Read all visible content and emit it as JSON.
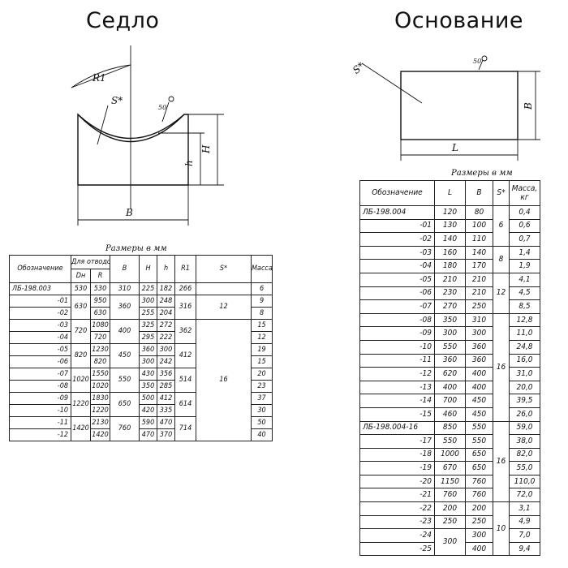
{
  "left": {
    "title": "Седло",
    "drawing_labels": {
      "r1": "R1",
      "s": "S*",
      "roughness": "50",
      "h": "h",
      "H": "H",
      "B": "B"
    },
    "table_caption": "Размеры в мм",
    "headers": {
      "designation": "Обозначение",
      "for_pipes": "Для отводов",
      "dn": "Dн",
      "r": "R",
      "b": "B",
      "H": "H",
      "h": "h",
      "r1": "R1",
      "s": "S*",
      "mass": "Масса, кг"
    },
    "rows": [
      {
        "des": "ЛБ-198.003",
        "dn": "530",
        "r": "530",
        "b": "310",
        "H": "225",
        "h": "182",
        "r1": "266",
        "s": "",
        "mass": "6"
      },
      {
        "des": "-01",
        "dn": "630",
        "r": "950",
        "b": "360",
        "H": "300",
        "h": "248",
        "r1": "316",
        "s": "12",
        "mass": "9"
      },
      {
        "des": "-02",
        "r": "630",
        "H": "255",
        "h": "204",
        "mass": "8"
      },
      {
        "des": "-03",
        "dn": "720",
        "r": "1080",
        "b": "400",
        "H": "325",
        "h": "272",
        "r1": "362",
        "s": "16",
        "mass": "15"
      },
      {
        "des": "-04",
        "r": "720",
        "H": "295",
        "h": "222",
        "mass": "12"
      },
      {
        "des": "-05",
        "dn": "820",
        "r": "1230",
        "b": "450",
        "H": "360",
        "h": "300",
        "r1": "412",
        "mass": "19"
      },
      {
        "des": "-06",
        "r": "820",
        "H": "300",
        "h": "242",
        "mass": "15"
      },
      {
        "des": "-07",
        "dn": "1020",
        "r": "1550",
        "b": "550",
        "H": "430",
        "h": "356",
        "r1": "514",
        "mass": "20"
      },
      {
        "des": "-08",
        "r": "1020",
        "H": "350",
        "h": "285",
        "mass": "23"
      },
      {
        "des": "-09",
        "dn": "1220",
        "r": "1830",
        "b": "650",
        "H": "500",
        "h": "412",
        "r1": "614",
        "mass": "37"
      },
      {
        "des": "-10",
        "r": "1220",
        "H": "420",
        "h": "335",
        "mass": "30"
      },
      {
        "des": "-11",
        "dn": "1420",
        "r": "2130",
        "b": "760",
        "H": "590",
        "h": "470",
        "r1": "714",
        "mass": "50"
      },
      {
        "des": "-12",
        "r": "1420",
        "H": "470",
        "h": "370",
        "mass": "40"
      }
    ]
  },
  "right": {
    "title": "Основание",
    "drawing_labels": {
      "s": "S*",
      "roughness": "50",
      "B": "B",
      "L": "L"
    },
    "table_caption": "Размеры в мм",
    "headers": {
      "designation": "Обозначение",
      "l": "L",
      "b": "B",
      "s": "S*",
      "mass": "Масса, кг"
    },
    "rows": [
      {
        "des": "ЛБ-198.004",
        "l": "120",
        "b": "80",
        "s": "",
        "mass": "0,4"
      },
      {
        "des": "-01",
        "l": "130",
        "b": "100",
        "s": "6",
        "mass": "0,6"
      },
      {
        "des": "-02",
        "l": "140",
        "b": "110",
        "mass": "0,7"
      },
      {
        "des": "-03",
        "l": "160",
        "b": "140",
        "s": "8",
        "mass": "1,4"
      },
      {
        "des": "-04",
        "l": "180",
        "b": "170",
        "mass": "1,9"
      },
      {
        "des": "-05",
        "l": "210",
        "b": "210",
        "s": "12",
        "mass": "4,1"
      },
      {
        "des": "-06",
        "l": "230",
        "b": "210",
        "mass": "4,5"
      },
      {
        "des": "-07",
        "l": "270",
        "b": "250",
        "mass": "8,5"
      },
      {
        "des": "-08",
        "l": "350",
        "b": "310",
        "s": "16",
        "mass": "12,8"
      },
      {
        "des": "-09",
        "l": "300",
        "b": "300",
        "mass": "11,0"
      },
      {
        "des": "-10",
        "l": "550",
        "b": "360",
        "mass": "24,8"
      },
      {
        "des": "-11",
        "l": "360",
        "b": "360",
        "mass": "16,0"
      },
      {
        "des": "-12",
        "l": "620",
        "b": "400",
        "mass": "31,0"
      },
      {
        "des": "-13",
        "l": "400",
        "b": "400",
        "mass": "20,0"
      },
      {
        "des": "-14",
        "l": "700",
        "b": "450",
        "mass": "39,5"
      },
      {
        "des": "-15",
        "l": "460",
        "b": "450",
        "mass": "26,0"
      },
      {
        "des": "ЛБ-198.004-16",
        "l": "850",
        "b": "550",
        "s": "16",
        "mass": "59,0"
      },
      {
        "des": "-17",
        "l": "550",
        "b": "550",
        "mass": "38,0"
      },
      {
        "des": "-18",
        "l": "1000",
        "b": "650",
        "mass": "82,0"
      },
      {
        "des": "-19",
        "l": "670",
        "b": "650",
        "mass": "55,0"
      },
      {
        "des": "-20",
        "l": "1150",
        "b": "760",
        "mass": "110,0"
      },
      {
        "des": "-21",
        "l": "760",
        "b": "760",
        "mass": "72,0"
      },
      {
        "des": "-22",
        "l": "200",
        "b": "200",
        "s": "10",
        "mass": "3,1"
      },
      {
        "des": "-23",
        "l": "250",
        "b": "250",
        "mass": "4,9"
      },
      {
        "des": "-24",
        "l": "300",
        "b": "300",
        "mass": "7,0"
      },
      {
        "des": "-25",
        "b": "400",
        "mass": "9,4"
      }
    ]
  }
}
